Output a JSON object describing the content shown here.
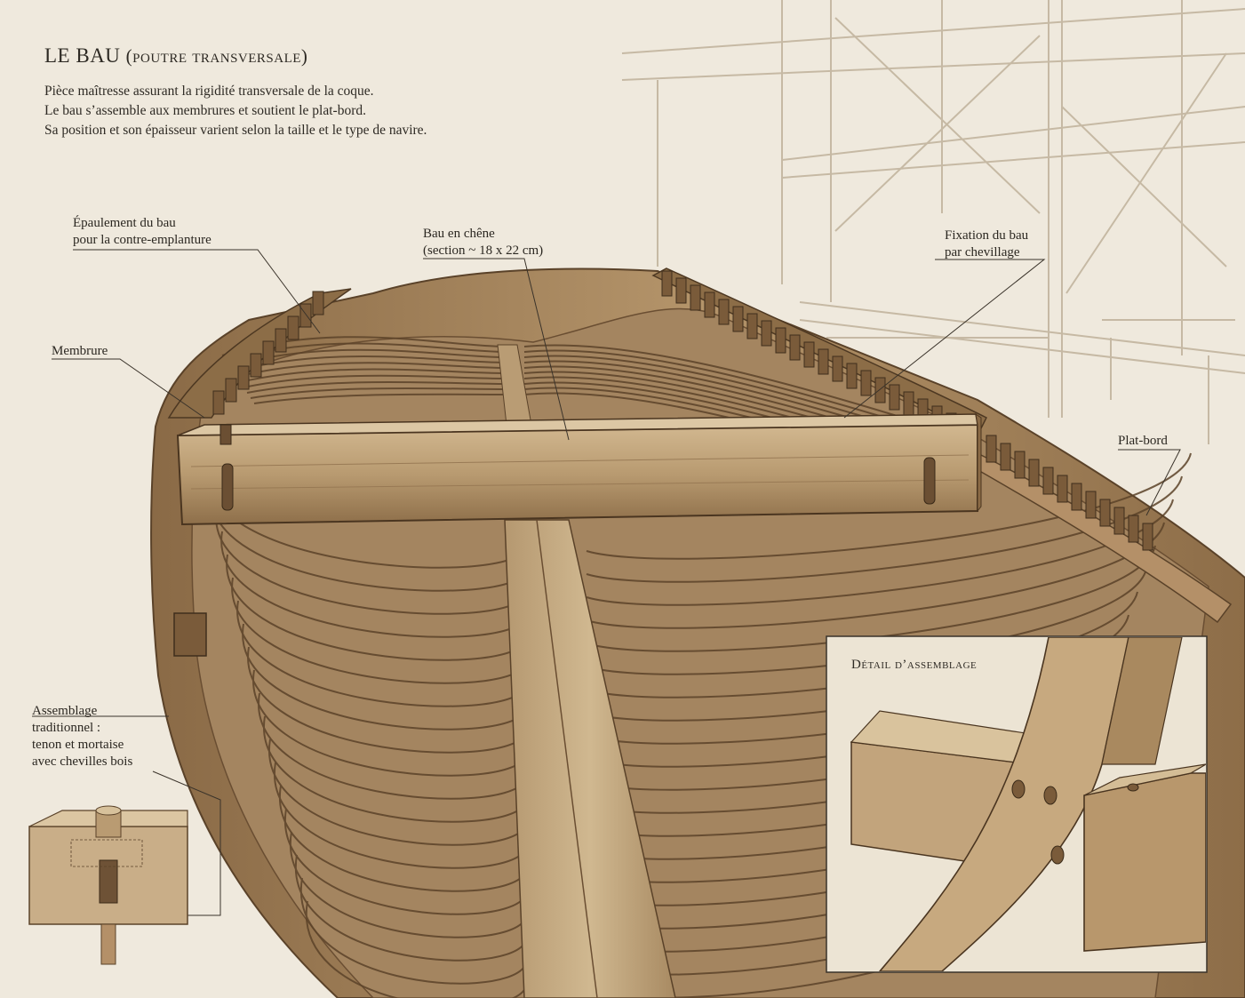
{
  "header": {
    "title_main": "LE BAU",
    "title_sub": "(poutre transversale)",
    "description_lines": [
      "Pièce maîtresse assurant la rigidité transversale de la coque.",
      "Le bau s’assemble aux membrures et soutient le plat-bord.",
      "Sa position et son épaisseur varient selon la taille et le type de navire."
    ]
  },
  "labels": {
    "epaulement_line1": "Épaulement du bau",
    "epaulement_line2": "pour la contre-emplanture",
    "membrure": "Membrure",
    "bau_line1": "Bau en chêne",
    "bau_line2": "(section ~ 18 x 22 cm)",
    "fixation_line1": "Fixation du bau",
    "fixation_line2": "par chevillage",
    "plat_bord": "Plat-bord",
    "assemblage_line1": "Assemblage",
    "assemblage_line2": "traditionnel :",
    "assemblage_line3": "tenon et mortaise",
    "assemblage_line4": "avec chevilles bois"
  },
  "inset": {
    "title": "Détail d’assemblage"
  },
  "colors": {
    "paper": "#efe9dd",
    "wood_light": "#c9ad85",
    "wood_mid": "#a6845c",
    "wood_dark": "#6e5236",
    "ink": "#2e2a24",
    "sketch": "#b9ab93"
  }
}
